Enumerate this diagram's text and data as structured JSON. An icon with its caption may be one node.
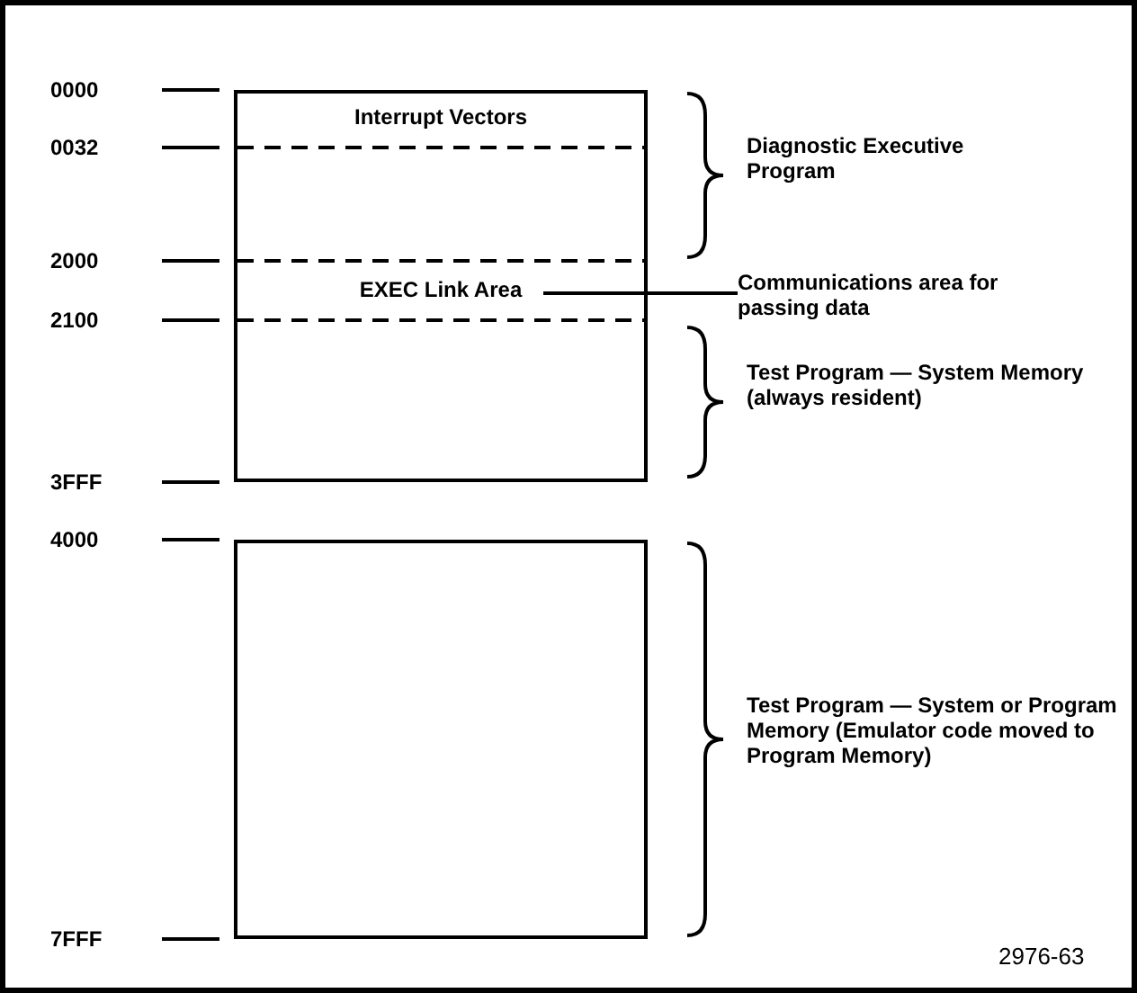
{
  "diagram": {
    "nodes": [
      {
        "text": [],
        "shape": "box"
      },
      {
        "text": [
          "Interrupt Vectors"
        ],
        "in": 0
      },
      {
        "text": [
          "EXEC Link Area"
        ],
        "in": 0
      },
      {
        "text": [],
        "shape": "box"
      },
      {
        "text": [
          "Communications area for passing data"
        ]
      }
    ],
    "edges": [
      {
        "from": 4,
        "to": 2,
        "arrow": "none"
      }
    ],
    "labels": [
      "0000",
      "0032",
      "Diagnostic Executive Program",
      "2000",
      "2100",
      "Test Program — System Memory (always resident)",
      "3FFF",
      "4000",
      "Test Program — System or Program Memory (Emulator code moved to Program Memory)",
      "7FFF",
      "2976-63"
    ]
  }
}
